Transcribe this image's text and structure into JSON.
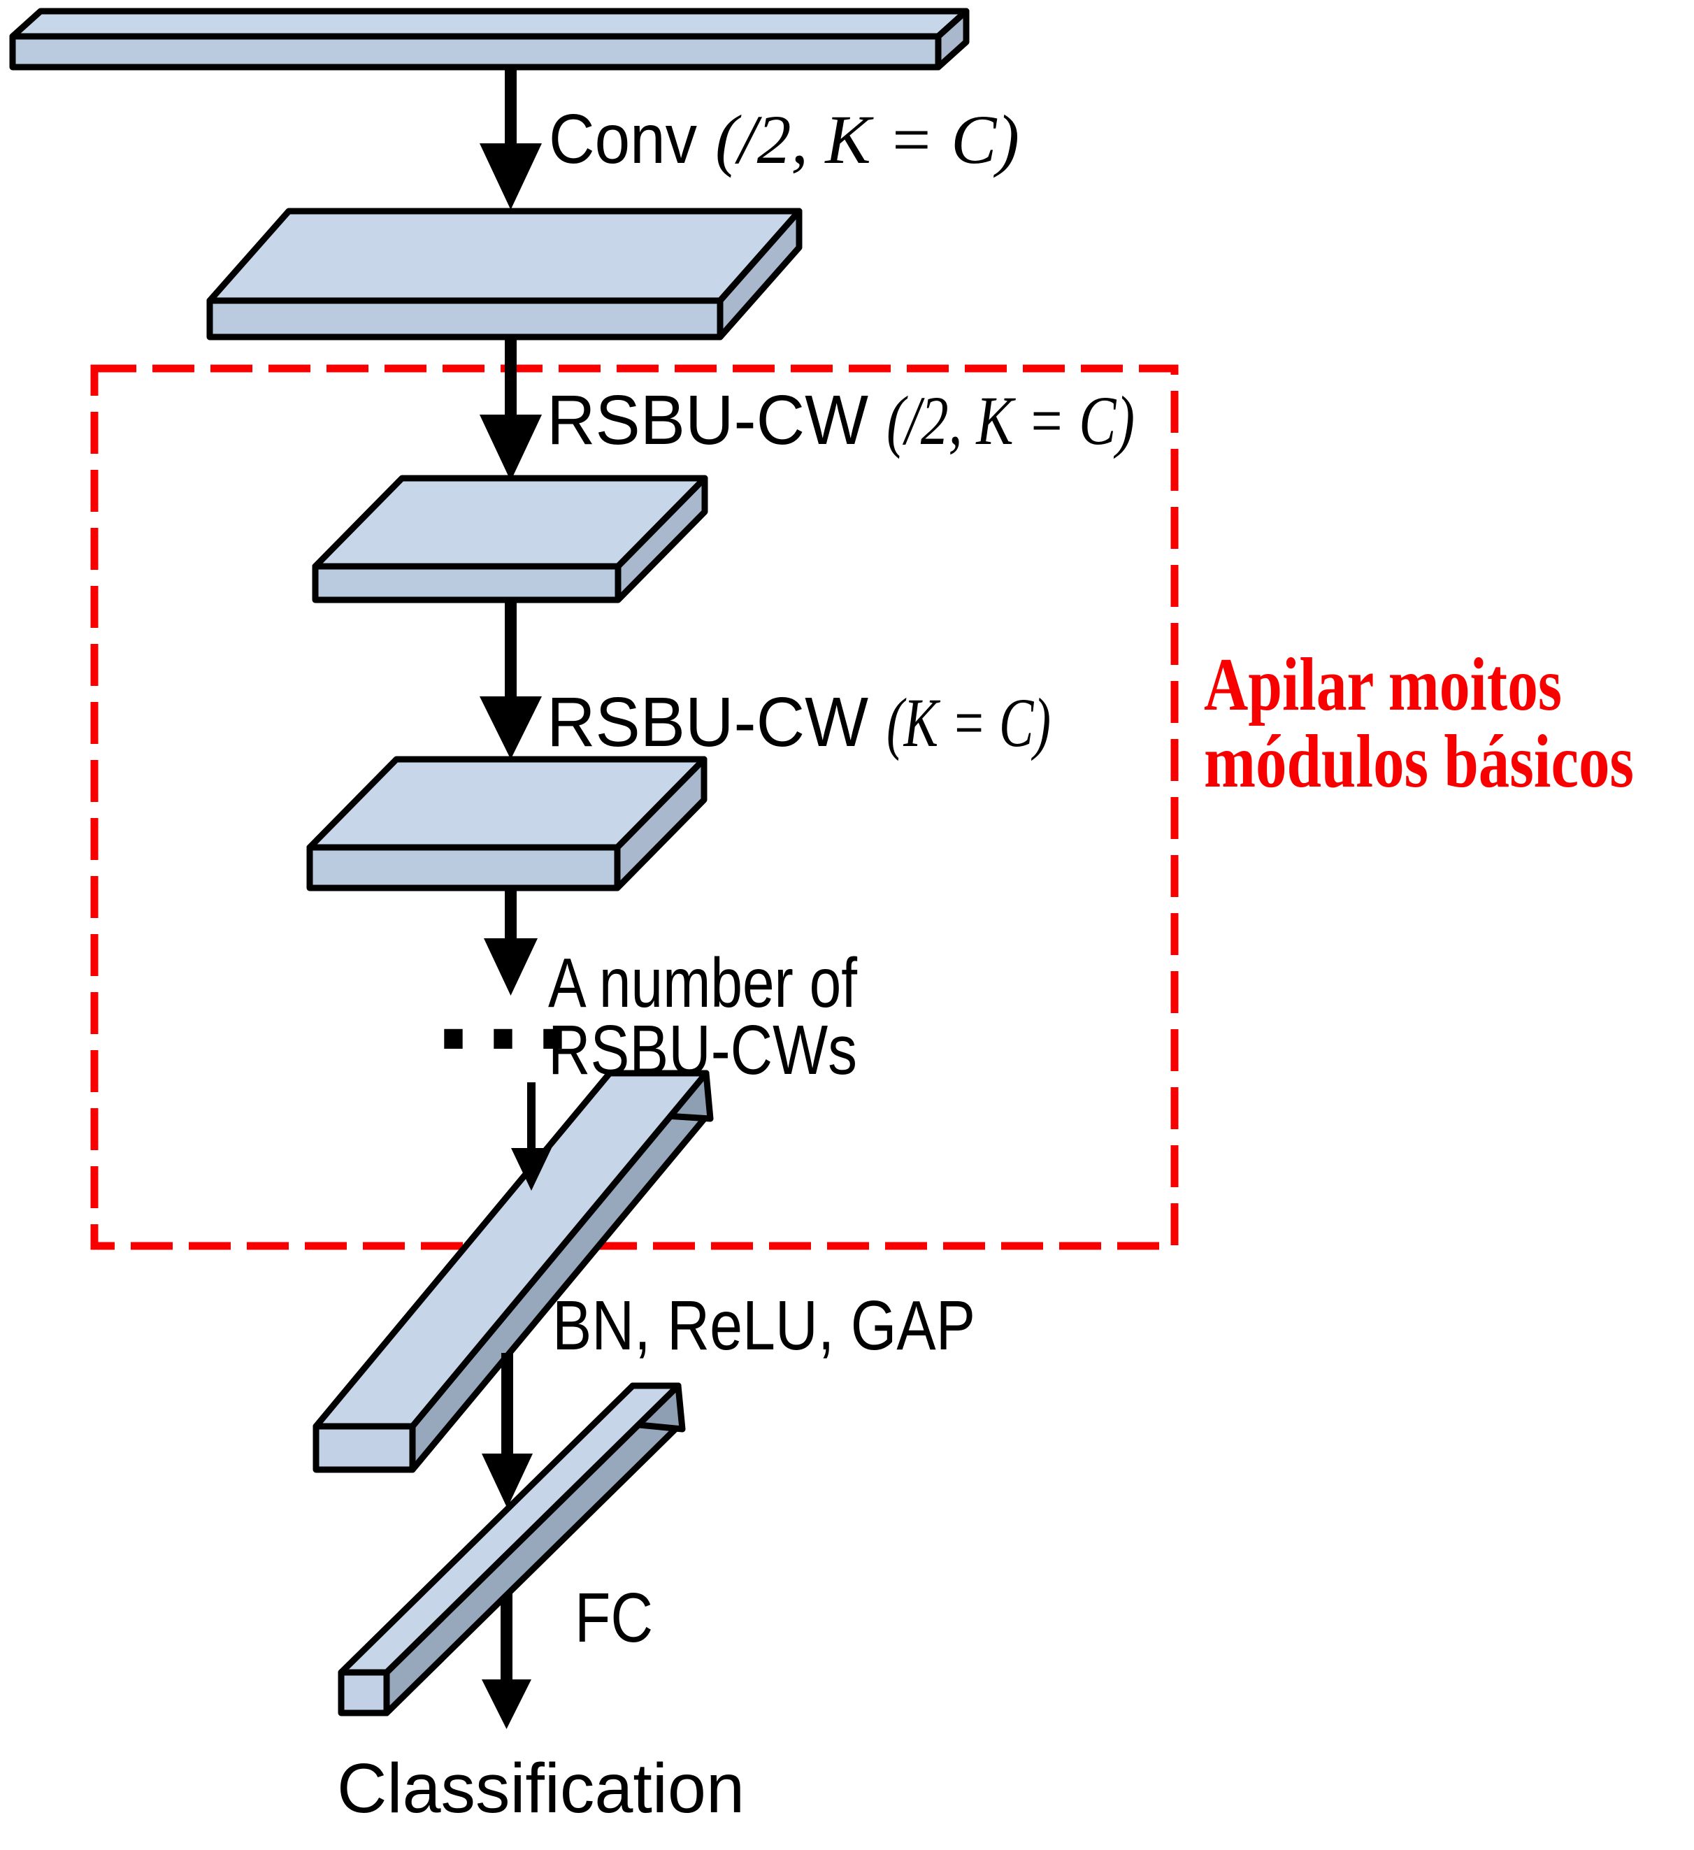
{
  "colors": {
    "background": "#FFFFFF",
    "outline": "#000000",
    "arrow": "#000000",
    "text": "#000000",
    "accent_red": "#F80000",
    "face_top": "#C8D6E9",
    "face_front": "#BACBE0",
    "face_end": "#A9B8CC",
    "bar_top": "#C7D5E8",
    "bar_side": "#97A7BC",
    "bar_end": "#C2D1E5",
    "bar_cap": "#8E9EB3"
  },
  "stages": {
    "conv": {
      "label": "Conv",
      "params": "(/2, K = C)"
    },
    "rsbu_down": {
      "label": "RSBU-CW",
      "params": "(/2, K = C)"
    },
    "rsbu_same": {
      "label": "RSBU-CW",
      "params": "(K = C)"
    },
    "stack_note": {
      "line1": "A number of",
      "ellipsis": "···",
      "line2": "RSBU-CWs"
    },
    "head": {
      "bn_relu_gap": "BN, ReLU, GAP",
      "fc": "FC",
      "output": "Classification"
    }
  },
  "annotation": {
    "line1": "Apilar moitos",
    "line2": "módulos básicos"
  }
}
